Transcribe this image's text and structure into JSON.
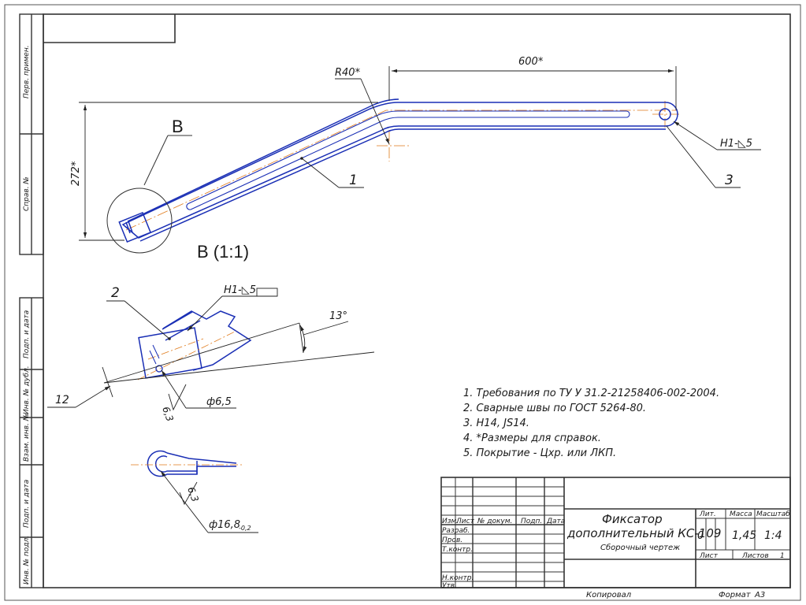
{
  "colors": {
    "frame": "#333333",
    "part_outline": "#1a2fb5",
    "center_line": "#e07a1a",
    "dimension": "#222222"
  },
  "side_strip": {
    "perv_primen": "Перв. примен.",
    "sprav_no": "Справ. №",
    "podp_data_1": "Подп. и дата",
    "inv_dubl": "Инв. № дубл.",
    "vzam_inv": "Взам. инв. №",
    "podp_data_2": "Подп. и дата",
    "inv_podl": "Инв. № подл."
  },
  "dimensions": {
    "radius": "R40*",
    "length": "600*",
    "height": "272*",
    "angle": "13°",
    "width_12": "12",
    "hole_dia": "ф6,5",
    "roughness_1": "6,3",
    "roughness_2": "6,3",
    "dia_outer": "ф16,8",
    "dia_tol": "-0,2"
  },
  "callouts": {
    "view_letter": "В",
    "view_scale": "В (1:1)",
    "pos_1": "1",
    "pos_2": "2",
    "pos_3": "3",
    "weld_1": "Н1-◺5",
    "weld_2": "Н1-◺5"
  },
  "notes": [
    "1.  Требования по ТУ У 31.2-21258406-002-2004.",
    "2.  Сварные швы по ГОСТ 5264-80.",
    "3.  H14, JS14.",
    "4.  *Размеры для справок.",
    "5.  Покрытие - Цхр. или ЛКП."
  ],
  "title_block": {
    "col_izm": "Изм.",
    "col_list": "Лист",
    "col_dokum": "№ докум.",
    "col_podp": "Подп.",
    "col_data": "Дата",
    "row_razrab": "Разраб.",
    "row_prov": "Пров.",
    "row_tkontr": "Т.контр.",
    "row_nkontr": "Н.контр.",
    "row_utv": "Утв.",
    "name_line1": "Фиксатор",
    "name_line2": "дополнительный  КС-109",
    "doc_type": "Сборочный чертеж",
    "hdr_lit": "Лит.",
    "hdr_massa": "Масса",
    "hdr_masshtab": "Масштаб",
    "lit_value": "0",
    "massa_value": "1,45",
    "masshtab_value": "1:4",
    "list_label": "Лист",
    "listov_label": "Листов",
    "listov_value": "1"
  },
  "footer": {
    "kopiroval": "Копировал",
    "format_label": "Формат",
    "format_value": "А3"
  }
}
